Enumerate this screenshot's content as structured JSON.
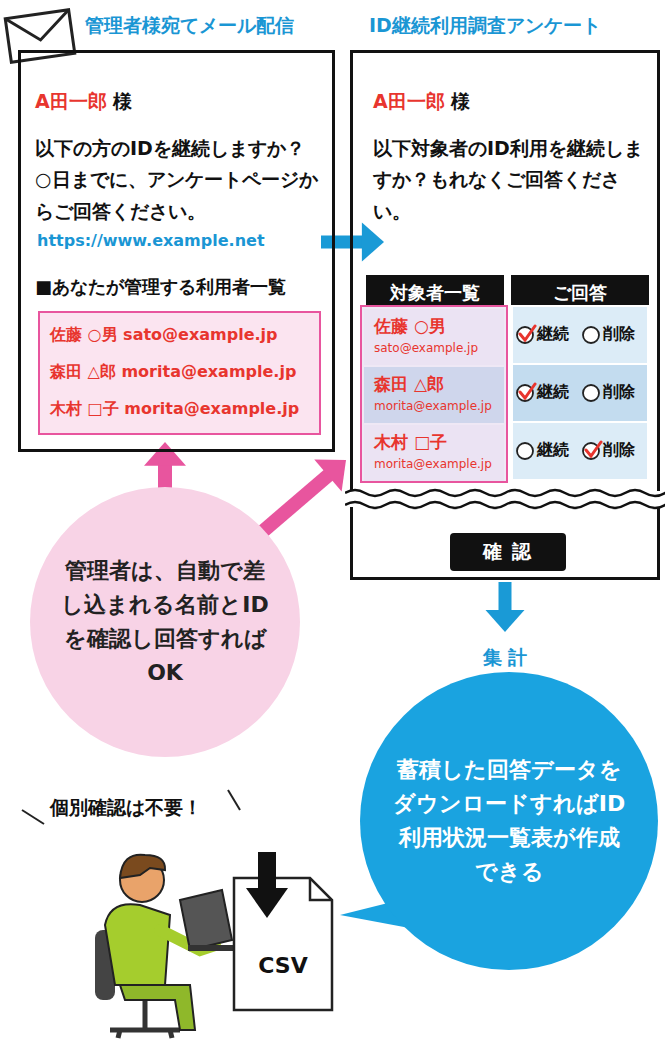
{
  "diagram": {
    "nodes": [
      {
        "text": [
          "管理者様宛てメール配信",
          "A田一郎",
          "様",
          "以下の方のIDを継続しますか？ ○日までに、アンケートページからご回答ください。",
          "https://www.example.net",
          "■あなたが管理する利用者一覧"
        ]
      },
      {
        "text": [
          "佐藤 ○男 sato@example.jp",
          "森田 △郎 morita@example.jp",
          "木村 □子 morita@example.jp"
        ],
        "in": 0
      },
      {
        "text": [
          "ID継続利用調査アンケート",
          "A田一郎",
          "様",
          "以下対象者のID利用を継続しますか？もれなくご回答ください。"
        ]
      },
      {
        "text": [
          "対象者一覧"
        ],
        "in": 2
      },
      {
        "text": [
          "ご回答"
        ],
        "in": 2
      },
      {
        "text": [
          "佐藤 ○男",
          "sato@example.jp",
          "森田 △郎",
          "morita@example.jp",
          "木村 □子",
          "morita@example.jp"
        ],
        "in": 2
      },
      {
        "text": [
          "継続",
          "削除",
          "継続",
          "削除",
          "継続",
          "削除"
        ],
        "in": 2
      },
      {
        "text": [
          "確 認"
        ],
        "in": 2
      },
      {
        "text": [
          "管理者は、自動で差し込まれる名前とIDを確認し回答すればOK"
        ]
      },
      {
        "text": [
          "蓄積した回答データをダウンロードすればID 利用状況一覧表が作成できる"
        ]
      },
      {
        "text": [
          "CSV"
        ]
      }
    ],
    "edges": [
      {
        "from": 0,
        "to": 2,
        "arrow": "to"
      },
      {
        "from": 8,
        "to": 0,
        "arrow": "to"
      },
      {
        "from": 8,
        "to": 2,
        "arrow": "to"
      },
      {
        "from": 2,
        "to": 9,
        "label": "集 計",
        "arrow": "to"
      }
    ],
    "labels": [
      "個別確認は不要！"
    ]
  }
}
